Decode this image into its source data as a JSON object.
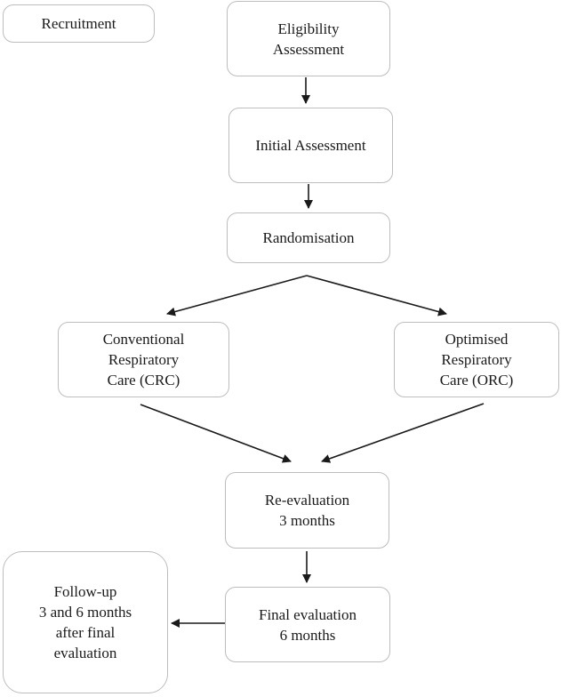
{
  "diagram": {
    "nodes": {
      "recruitment": "Recruitment",
      "eligibility": "Eligibility\nAssessment",
      "initial": "Initial Assessment",
      "randomisation": "Randomisation",
      "crc": "Conventional\nRespiratory\nCare (CRC)",
      "orc": "Optimised\nRespiratory\nCare (ORC)",
      "reevaluation": "Re-evaluation\n3 months",
      "final": "Final evaluation\n6 months",
      "followup": "Follow-up\n3 and 6 months\nafter final\nevaluation"
    },
    "edges": [
      {
        "from": "eligibility",
        "to": "initial"
      },
      {
        "from": "initial",
        "to": "randomisation"
      },
      {
        "from": "randomisation",
        "to": "crc"
      },
      {
        "from": "randomisation",
        "to": "orc"
      },
      {
        "from": "crc",
        "to": "reevaluation"
      },
      {
        "from": "orc",
        "to": "reevaluation"
      },
      {
        "from": "reevaluation",
        "to": "final"
      },
      {
        "from": "final",
        "to": "followup"
      }
    ]
  }
}
